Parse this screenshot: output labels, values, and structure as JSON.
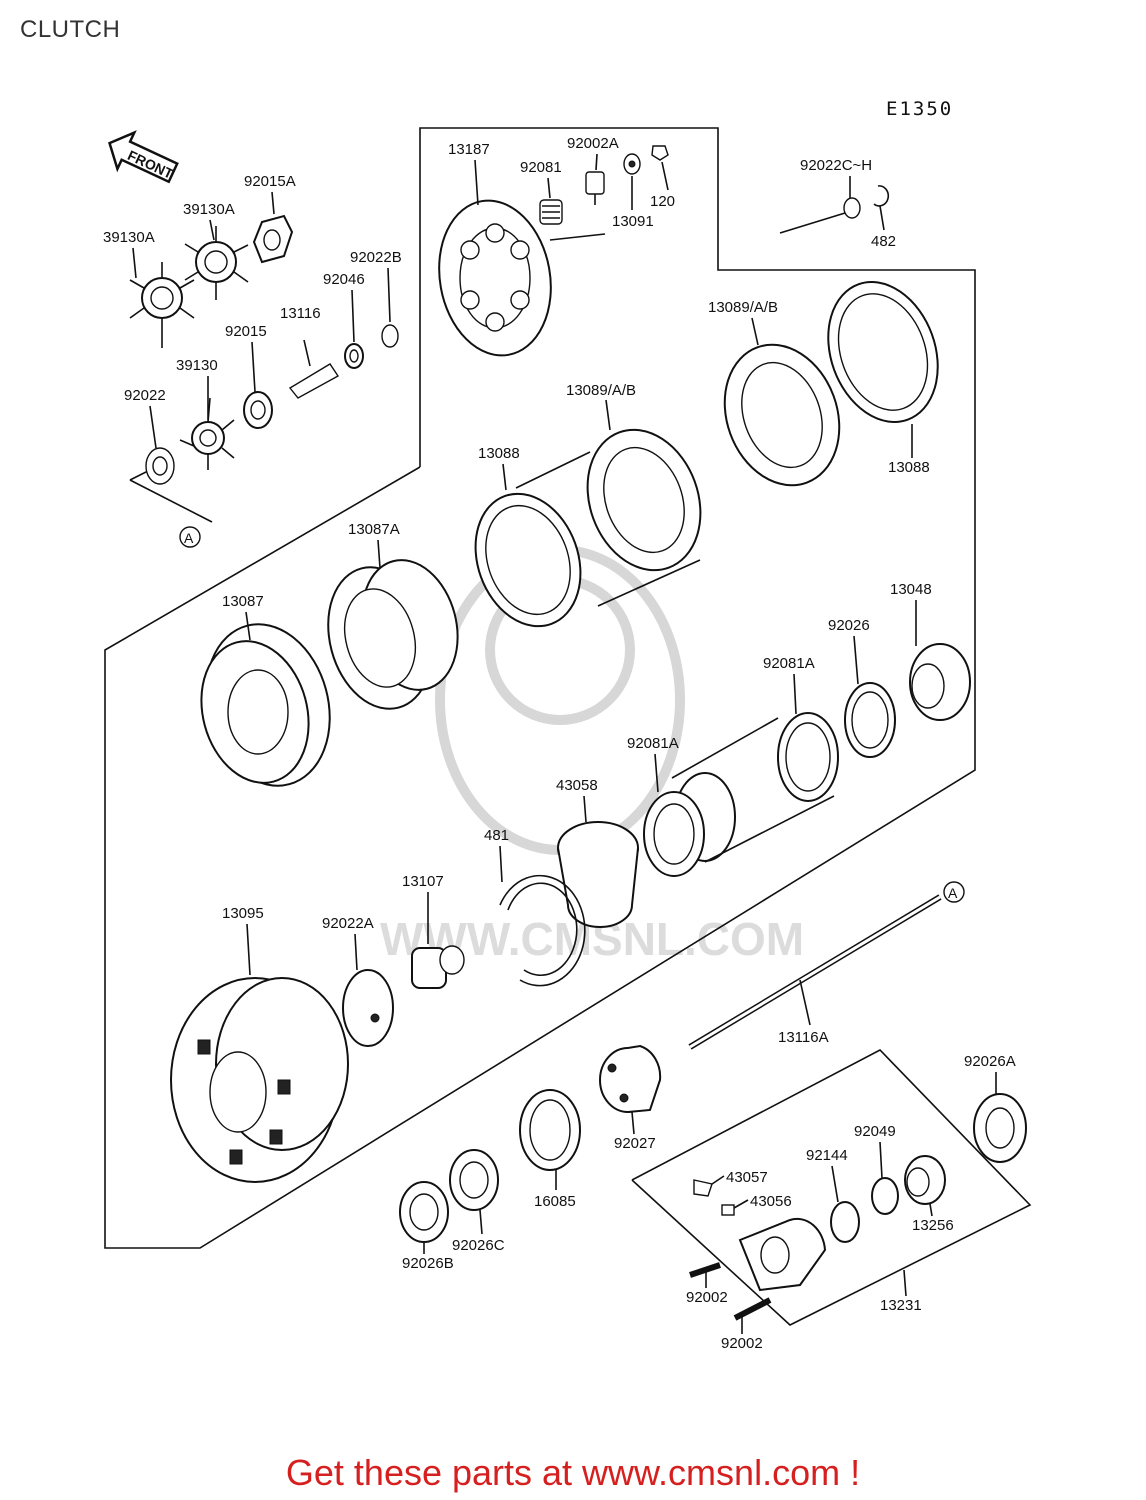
{
  "page": {
    "title": "CLUTCH",
    "diagram_code": "E1350",
    "footer": "Get these parts at www.cmsnl.com !"
  },
  "direction_marker": "FRONT",
  "watermark": "WWW.CMSNL.COM",
  "reference_marker": "A",
  "part_labels": {
    "p13187": "13187",
    "p92081": "92081",
    "p92002A": "92002A",
    "p120": "120",
    "p13091": "13091",
    "p92022CH": "92022C~H",
    "p482": "482",
    "p92015A": "92015A",
    "p39130A_1": "39130A",
    "p39130A_2": "39130A",
    "p92022B": "92022B",
    "p92046": "92046",
    "p13116": "13116",
    "p92015": "92015",
    "p39130": "39130",
    "p92022": "92022",
    "p13089AB_1": "13089/A/B",
    "p13089AB_2": "13089/A/B",
    "p13088_1": "13088",
    "p13088_2": "13088",
    "p13087A": "13087A",
    "p13087": "13087",
    "p13048": "13048",
    "p92026": "92026",
    "p92081A_1": "92081A",
    "p92081A_2": "92081A",
    "p43058": "43058",
    "p481": "481",
    "p13107": "13107",
    "p13095": "13095",
    "p92022A": "92022A",
    "p13116A": "13116A",
    "p92026A": "92026A",
    "p92049": "92049",
    "p92144": "92144",
    "p43057": "43057",
    "p43056": "43056",
    "p92027": "92027",
    "p16085": "16085",
    "p13256": "13256",
    "p92026C": "92026C",
    "p92026B": "92026B",
    "p92002_1": "92002",
    "p92002_2": "92002",
    "p13231": "13231"
  }
}
